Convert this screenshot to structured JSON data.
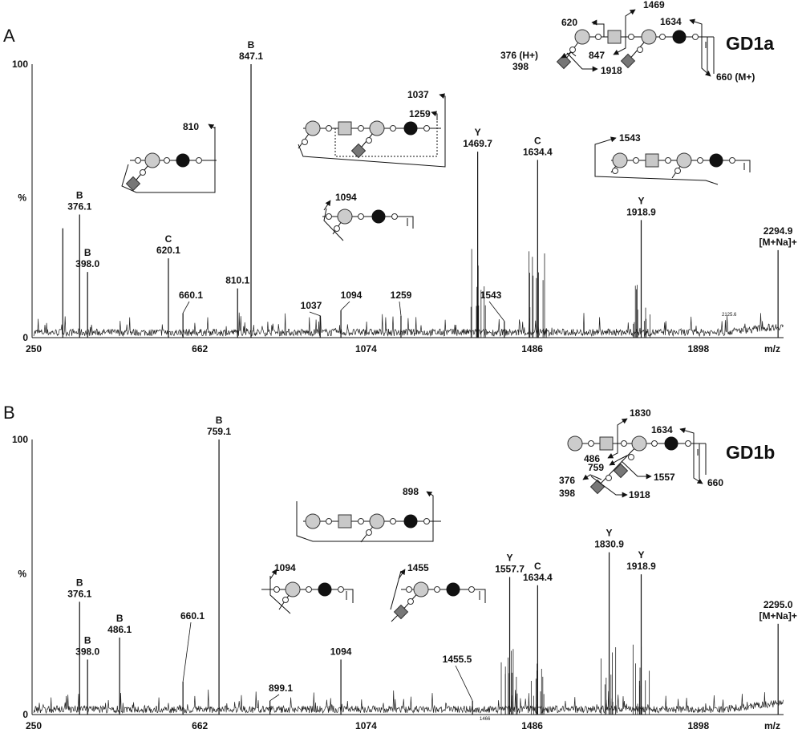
{
  "chart_data": [
    {
      "type": "line",
      "panel_label": "A",
      "compound": "GD1a",
      "xlabel": "m/z",
      "ylabel": "%",
      "y_ticks": [
        "100",
        "0"
      ],
      "x_ticks": [
        "250",
        "662",
        "1074",
        "1486",
        "1898"
      ],
      "xlim": [
        250,
        2310
      ],
      "ylim": [
        0,
        100
      ],
      "minor_label": "2125.6",
      "peaks": [
        {
          "mz": 330,
          "intensity": 40,
          "ion": "",
          "label": ""
        },
        {
          "mz": 376.1,
          "intensity": 45,
          "ion": "B",
          "label": "376.1"
        },
        {
          "mz": 398.0,
          "intensity": 24,
          "ion": "B",
          "label": "398.0"
        },
        {
          "mz": 620.1,
          "intensity": 29,
          "ion": "C",
          "label": "620.1"
        },
        {
          "mz": 660.1,
          "intensity": 9,
          "ion": "",
          "label": "660.1"
        },
        {
          "mz": 810.1,
          "intensity": 18,
          "ion": "",
          "label": "810.1"
        },
        {
          "mz": 847.1,
          "intensity": 100,
          "ion": "B",
          "label": "847.1"
        },
        {
          "mz": 1037,
          "intensity": 8,
          "ion": "",
          "label": "1037"
        },
        {
          "mz": 1094,
          "intensity": 10,
          "ion": "",
          "label": "1094"
        },
        {
          "mz": 1259,
          "intensity": 8,
          "ion": "",
          "label": "1259"
        },
        {
          "mz": 1469.7,
          "intensity": 68,
          "ion": "Y",
          "label": "1469.7"
        },
        {
          "mz": 1543,
          "intensity": 6,
          "ion": "",
          "label": "1543"
        },
        {
          "mz": 1634.4,
          "intensity": 65,
          "ion": "C",
          "label": "1634.4"
        },
        {
          "mz": 1918.9,
          "intensity": 43,
          "ion": "Y",
          "label": "1918.9"
        },
        {
          "mz": 2294.9,
          "intensity": 32,
          "ion": "2294.9",
          "label": "[M+Na]+"
        }
      ],
      "fragment_labels": {
        "f810": "810",
        "f1037": "1037",
        "f1259": "1259",
        "f1094": "1094",
        "f1543": "1543",
        "s620": "620",
        "s1469": "1469",
        "s1634": "1634",
        "s847": "847",
        "s376": "376 (H+)",
        "s398": "398",
        "s1918": "1918",
        "s660": "660 (M+)"
      }
    },
    {
      "type": "line",
      "panel_label": "B",
      "compound": "GD1b",
      "xlabel": "m/z",
      "ylabel": "%",
      "y_ticks": [
        "100",
        "0"
      ],
      "x_ticks": [
        "250",
        "662",
        "1074",
        "1486",
        "1898"
      ],
      "xlim": [
        250,
        2310
      ],
      "ylim": [
        0,
        100
      ],
      "minor_label": "1466",
      "peaks": [
        {
          "mz": 376.1,
          "intensity": 41,
          "ion": "B",
          "label": "376.1"
        },
        {
          "mz": 398.0,
          "intensity": 20,
          "ion": "B",
          "label": "398.0"
        },
        {
          "mz": 486.1,
          "intensity": 28,
          "ion": "B",
          "label": "486.1"
        },
        {
          "mz": 660.1,
          "intensity": 12,
          "ion": "",
          "label": "660.1"
        },
        {
          "mz": 759.1,
          "intensity": 100,
          "ion": "B",
          "label": "759.1"
        },
        {
          "mz": 899.1,
          "intensity": 5,
          "ion": "",
          "label": "899.1"
        },
        {
          "mz": 1094,
          "intensity": 20,
          "ion": "",
          "label": "1094"
        },
        {
          "mz": 1455.5,
          "intensity": 5,
          "ion": "",
          "label": "1455.5"
        },
        {
          "mz": 1557.7,
          "intensity": 50,
          "ion": "Y",
          "label": "1557.7"
        },
        {
          "mz": 1634.4,
          "intensity": 47,
          "ion": "C",
          "label": "1634.4"
        },
        {
          "mz": 1830.9,
          "intensity": 59,
          "ion": "Y",
          "label": "1830.9"
        },
        {
          "mz": 1918.9,
          "intensity": 51,
          "ion": "Y",
          "label": "1918.9"
        },
        {
          "mz": 2295.0,
          "intensity": 33,
          "ion": "2295.0",
          "label": "[M+Na]+"
        }
      ],
      "fragment_labels": {
        "f898": "898",
        "f1094": "1094",
        "f1455": "1455",
        "s1830": "1830",
        "s1634": "1634",
        "s486": "486",
        "s759": "759",
        "s1557": "1557",
        "s376": "376",
        "s398": "398",
        "s1918": "1918",
        "s660": "660"
      }
    }
  ]
}
